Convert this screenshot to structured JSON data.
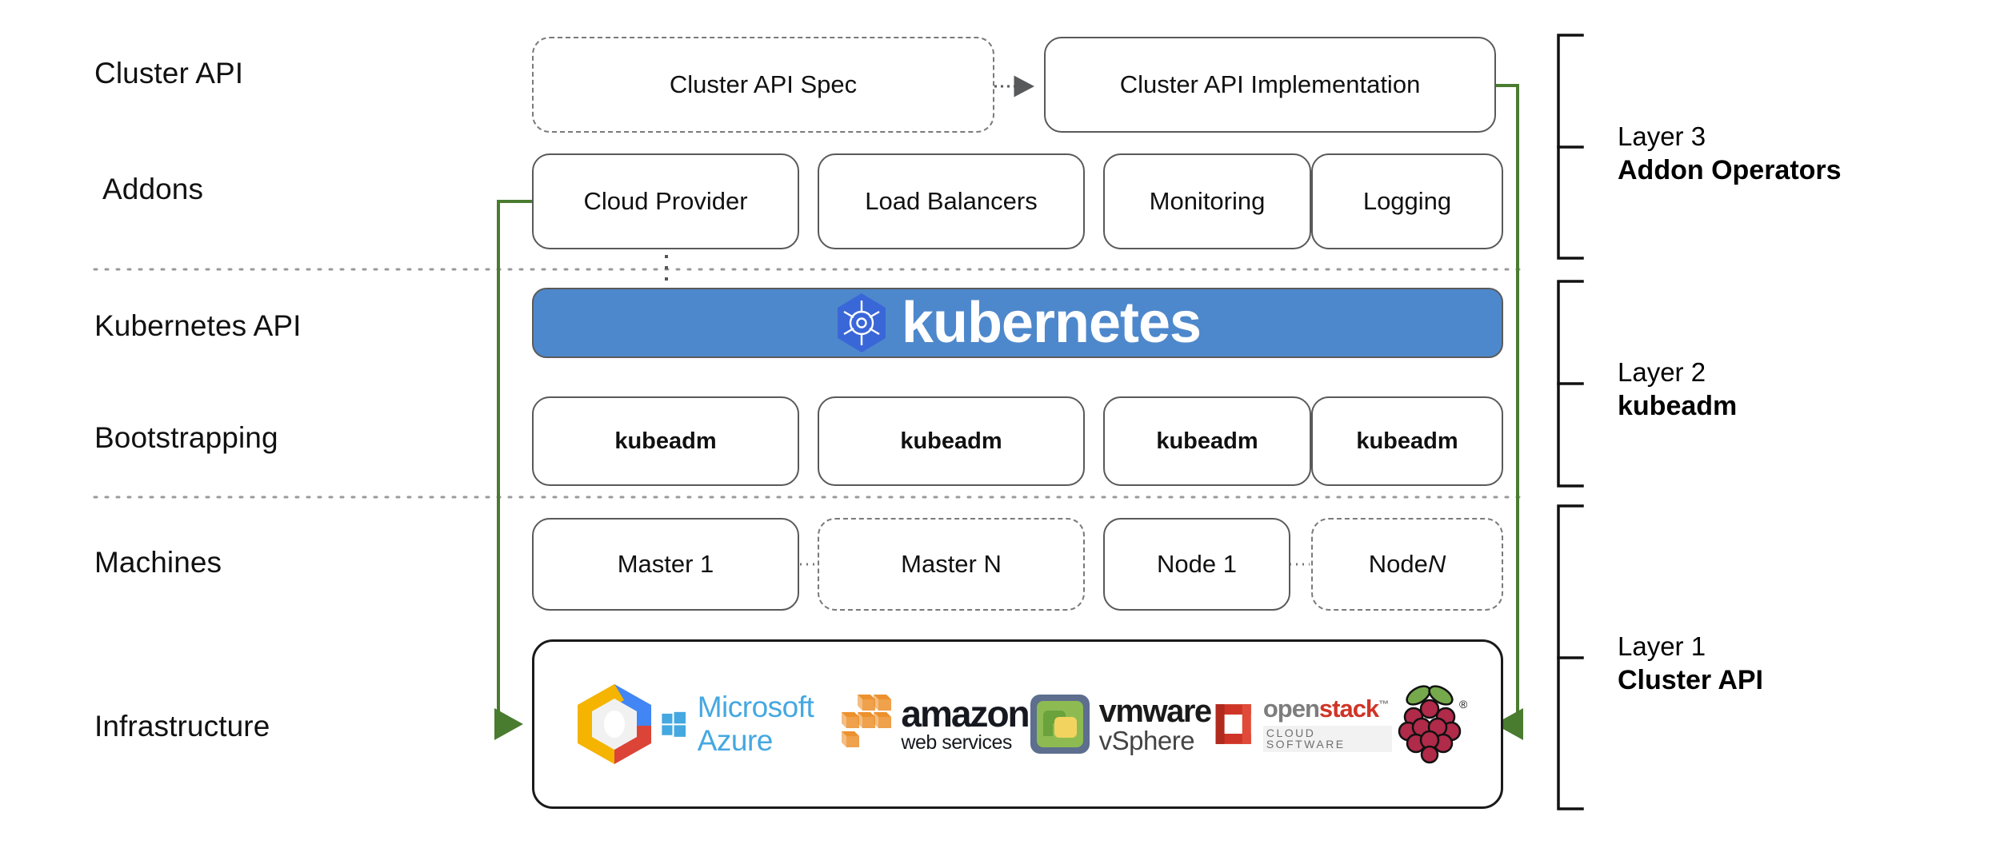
{
  "diagram": {
    "title": "Kubernetes Cluster API layered architecture",
    "colors": {
      "kubernetes_blue": "#4e88cc",
      "arrow_green": "#4a7c2f",
      "box_border": "#595959",
      "dashed_border": "#7a7a7a",
      "divider": "#9a9a9a"
    }
  },
  "row_labels": [
    {
      "id": "cluster-api",
      "label": "Cluster API"
    },
    {
      "id": "addons",
      "label": "Addons"
    },
    {
      "id": "kubernetes-api",
      "label": "Kubernetes API"
    },
    {
      "id": "bootstrapping",
      "label": "Bootstrapping"
    },
    {
      "id": "machines",
      "label": "Machines"
    },
    {
      "id": "infrastructure",
      "label": "Infrastructure"
    }
  ],
  "cluster_api_row": {
    "spec_box": {
      "label": "Cluster API Spec",
      "style": "dashed"
    },
    "implementation_box": {
      "label": "Cluster API Implementation",
      "style": "solid"
    }
  },
  "addons_row": {
    "boxes": [
      {
        "label": "Cloud Provider"
      },
      {
        "label": "Load Balancers"
      },
      {
        "label": "Monitoring"
      },
      {
        "label": "Logging"
      }
    ]
  },
  "kubernetes_banner": {
    "wordmark": "kubernetes",
    "logo_icon": "kubernetes-helm-wheel-icon"
  },
  "bootstrapping_row": {
    "boxes": [
      {
        "label": "kubeadm"
      },
      {
        "label": "kubeadm"
      },
      {
        "label": "kubeadm"
      },
      {
        "label": "kubeadm"
      }
    ]
  },
  "machines_row": {
    "boxes": [
      {
        "label": "Master 1",
        "style": "solid",
        "italic_suffix": ""
      },
      {
        "label": "Master N",
        "style": "dashed",
        "italic_suffix": ""
      },
      {
        "label": "Node 1",
        "style": "solid",
        "italic_suffix": ""
      },
      {
        "label": "Node ",
        "style": "dashed",
        "italic_suffix": "N"
      }
    ]
  },
  "infrastructure_row": {
    "logos": [
      {
        "id": "google-cloud-platform",
        "name": "google-cloud-platform-logo",
        "text": ""
      },
      {
        "id": "microsoft-azure",
        "name": "microsoft-azure-logo",
        "text": "Microsoft Azure"
      },
      {
        "id": "amazon-web-services",
        "name": "amazon-web-services-logo",
        "text": "amazon",
        "subtext": "web services"
      },
      {
        "id": "vmware-vsphere",
        "name": "vmware-vsphere-logo",
        "text": "vmware",
        "subtext": "vSphere"
      },
      {
        "id": "openstack",
        "name": "openstack-logo",
        "text": "openstack",
        "subtext": "CLOUD SOFTWARE"
      },
      {
        "id": "raspberry-pi",
        "name": "raspberry-pi-logo",
        "text": ""
      }
    ]
  },
  "layer_brackets": [
    {
      "id": "layer-3",
      "line1": "Layer 3",
      "line2": "Addon Operators"
    },
    {
      "id": "layer-2",
      "line1": "Layer 2",
      "line2": "kubeadm"
    },
    {
      "id": "layer-1",
      "line1": "Layer 1",
      "line2": "Cluster API"
    }
  ]
}
